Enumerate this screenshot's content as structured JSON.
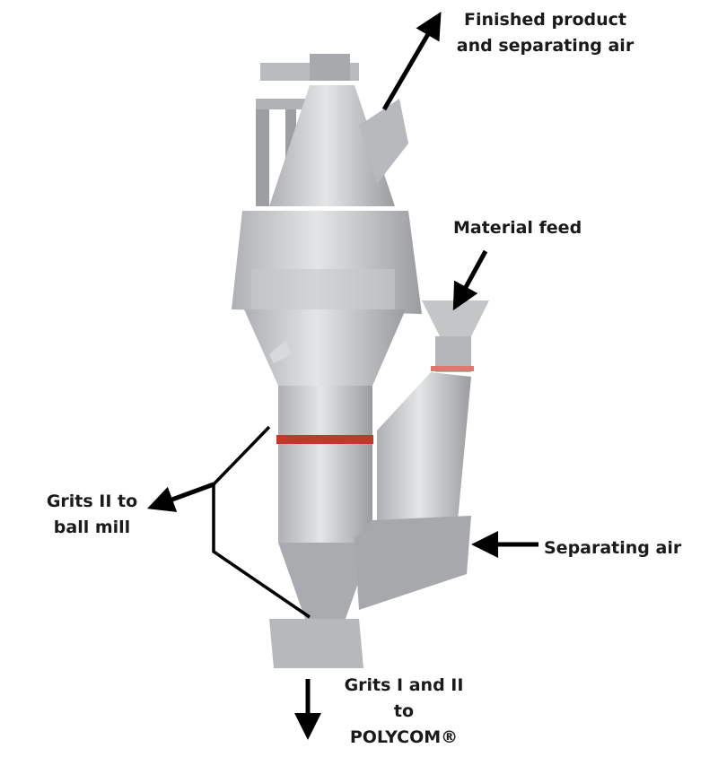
{
  "labels": {
    "finished_product": [
      "Finished product",
      "and separating air"
    ],
    "material_feed": "Material feed",
    "grits_ii": [
      "Grits II to",
      "ball mill"
    ],
    "separating_air": "Separating air",
    "grits_i_ii": [
      "Grits I and II to",
      "POLYCOM®"
    ]
  },
  "colors": {
    "machine": "#c8c9cb",
    "machine_dark": "#8e9094",
    "band": "#c0392b",
    "arrow": "#000000"
  }
}
